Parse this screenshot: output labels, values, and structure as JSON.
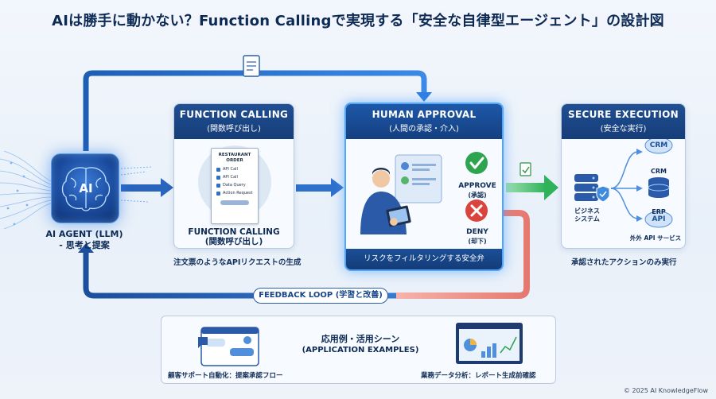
{
  "title": "AIは勝手に動かない？Function Callingで実現する「安全な自律型エージェント」の設計図",
  "agent": {
    "icon_text": "AI",
    "label_line1": "AI AGENT (LLM)",
    "label_line2": "- 思考と提案"
  },
  "function_calling": {
    "heading": "FUNCTION CALLING",
    "subheading": "(関数呼び出し)",
    "sheet_title_1": "RESTAURANT",
    "sheet_title_2": "ORDER",
    "sheet_items": [
      "API Call",
      "API Call",
      "Data Query",
      "Action Request"
    ],
    "label_line1": "FUNCTION CALLING",
    "label_line2": "(関数呼び出し)",
    "caption": "注文票のようなAPIリクエストの生成"
  },
  "human_approval": {
    "heading": "HUMAN APPROVAL",
    "subheading": "(人間の承認・介入)",
    "approve": "APPROVE",
    "approve_sub": "(承認)",
    "deny": "DENY",
    "deny_sub": "(却下)",
    "footer": "リスクをフィルタリングする安全弁"
  },
  "secure_execution": {
    "heading": "SECURE EXECUTION",
    "subheading": "(安全な実行)",
    "system_line1": "ビジネス",
    "system_line2": "システム",
    "targets": [
      "CRM",
      "ERP",
      "外外 API サービス"
    ],
    "crm_cloud": "CRM",
    "api_cloud": "API",
    "caption": "承認されたアクションのみ実行"
  },
  "feedback": "FEEDBACK LOOP (学習と改善)",
  "applications": {
    "title_line1": "応用例・活用シーン",
    "title_line2": "(APPLICATION EXAMPLES)",
    "left_caption": "顧客サポート自動化：提案承認フロー",
    "right_caption": "業務データ分析：レポート生成前確認"
  },
  "copyright": "© 2025 AI KnowledgeFlow",
  "colors": {
    "navy": "#163d78",
    "accent_blue": "#2f7de0",
    "approve_green": "#2ea44f",
    "deny_red": "#d9453c",
    "flow_green": "#44c46a",
    "flow_red": "#e5796f"
  }
}
